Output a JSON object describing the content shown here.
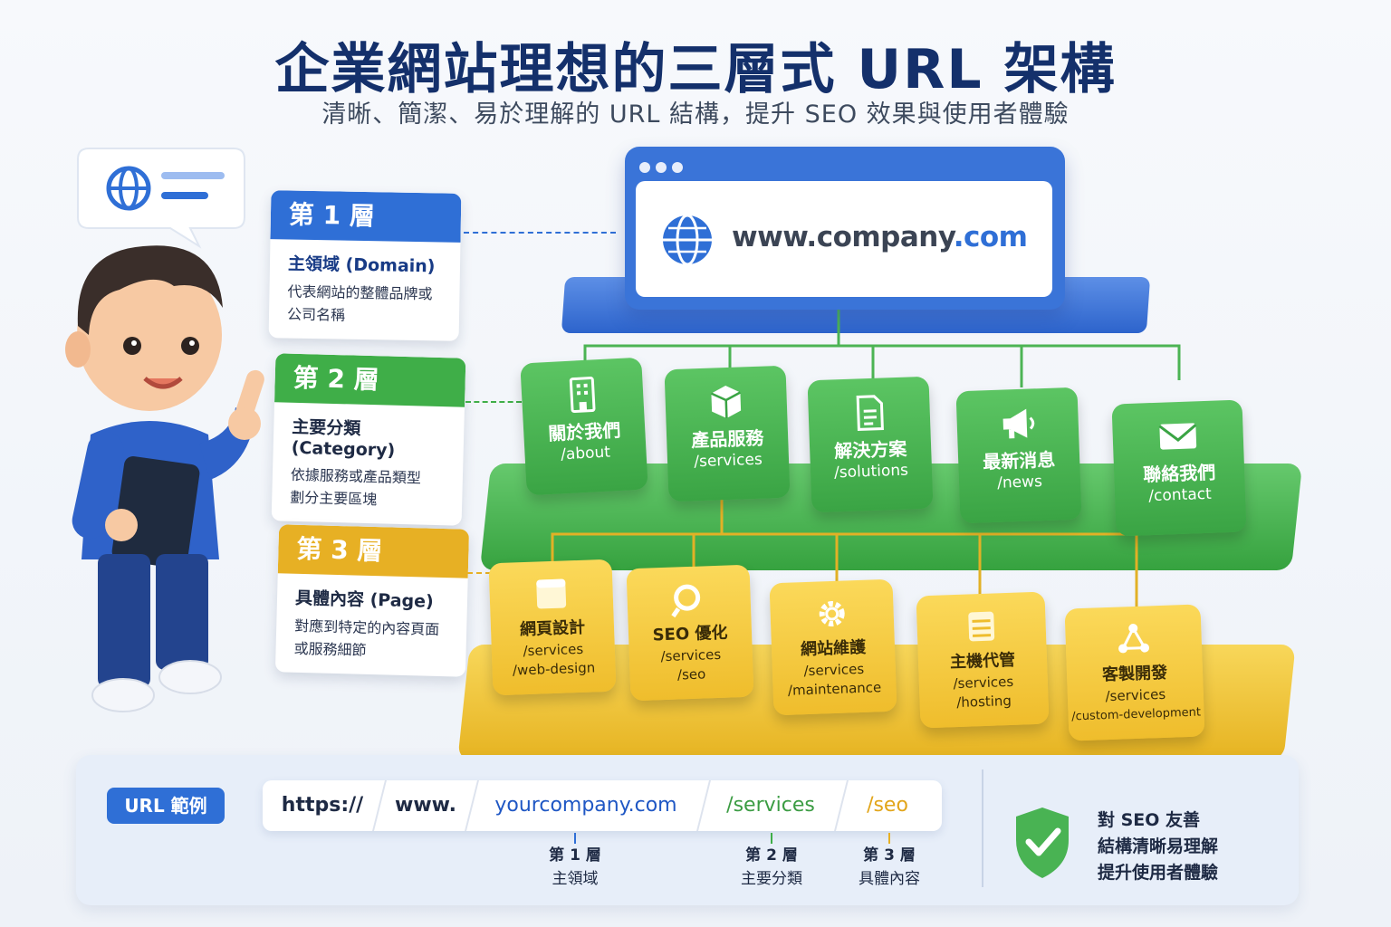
{
  "title": "企業網站理想的三層式 URL 架構",
  "subtitle": "清晰、簡潔、易於理解的 URL 結構，提升 SEO 效果與使用者體驗",
  "colors": {
    "blue": "#2f6fd6",
    "green": "#3fae48",
    "yellow": "#e7b024",
    "navy": "#14306b"
  },
  "layers": [
    {
      "head": "第 1 層",
      "name": "主領域 (Domain)",
      "desc1": "代表網站的整體品牌或",
      "desc2": "公司名稱"
    },
    {
      "head": "第 2 層",
      "name": "主要分類 (Category)",
      "desc1": "依據服務或產品類型",
      "desc2": "劃分主要區塊"
    },
    {
      "head": "第 3 層",
      "name": "具體內容 (Page)",
      "desc1": "對應到特定的內容頁面",
      "desc2": "或服務細節"
    }
  ],
  "domain": {
    "main": "www.company",
    "tld": ".com",
    "icon": "globe-icon"
  },
  "categories": [
    {
      "name": "關於我們",
      "path": "/about",
      "icon": "building-icon"
    },
    {
      "name": "產品服務",
      "path": "/services",
      "icon": "cube-icon"
    },
    {
      "name": "解決方案",
      "path": "/solutions",
      "icon": "document-icon"
    },
    {
      "name": "最新消息",
      "path": "/news",
      "icon": "megaphone-icon"
    },
    {
      "name": "聯絡我們",
      "path": "/contact",
      "icon": "envelope-icon"
    }
  ],
  "pages": [
    {
      "name": "網頁設計",
      "path1": "/services",
      "path2": "/web-design",
      "icon": "window-icon"
    },
    {
      "name": "SEO 優化",
      "path1": "/services",
      "path2": "/seo",
      "icon": "magnifier-icon"
    },
    {
      "name": "網站維護",
      "path1": "/services",
      "path2": "/maintenance",
      "icon": "gear-icon"
    },
    {
      "name": "主機代管",
      "path1": "/services",
      "path2": "/hosting",
      "icon": "server-icon"
    },
    {
      "name": "客製開發",
      "path1": "/services",
      "path2": "/custom-development",
      "icon": "nodes-icon"
    }
  ],
  "example": {
    "badge": "URL 範例",
    "segments": [
      "https://",
      "www.",
      "yourcompany.com",
      "/services",
      "/seo"
    ],
    "labels": [
      {
        "layer": "第 1 層",
        "desc": "主領域"
      },
      {
        "layer": "第 2 層",
        "desc": "主要分類"
      },
      {
        "layer": "第 3 層",
        "desc": "具體內容"
      }
    ]
  },
  "seo_benefits": [
    "對 SEO 友善",
    "結構清晰易理解",
    "提升使用者體驗"
  ]
}
